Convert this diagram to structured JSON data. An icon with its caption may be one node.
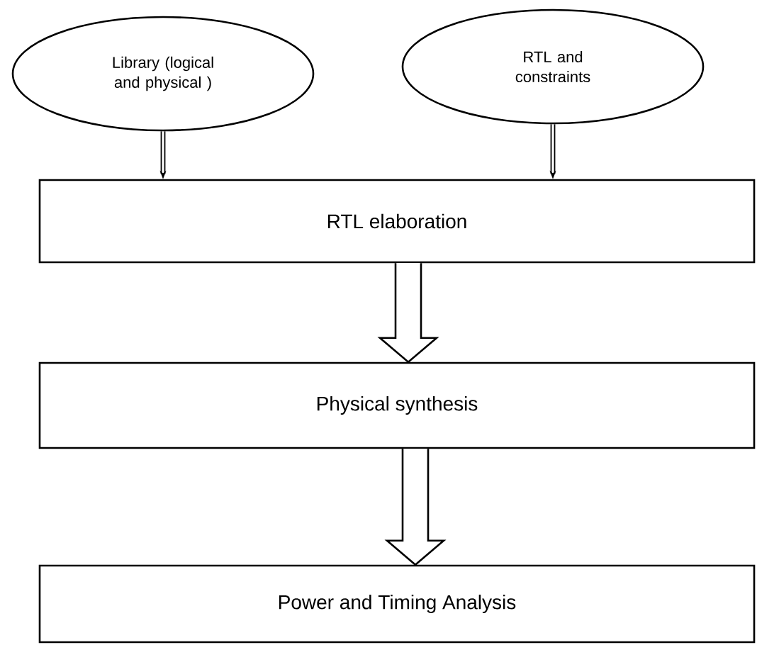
{
  "diagram": {
    "nodes": [
      {
        "text": [
          "Library (logical and physical )"
        ]
      },
      {
        "text": [
          "RTL and constraints"
        ]
      },
      {
        "text": [
          "RTL elaboration"
        ]
      },
      {
        "text": [
          "Physical synthesis"
        ]
      },
      {
        "text": [
          "Power and Timing Analysis"
        ]
      }
    ],
    "edges": [
      {
        "from": 0,
        "to": 2,
        "arrow": "to"
      },
      {
        "from": 1,
        "to": 2,
        "arrow": "to"
      },
      {
        "from": 2,
        "to": 3,
        "arrow": "to",
        "style": "thick"
      },
      {
        "from": 3,
        "to": 4,
        "arrow": "to",
        "style": "thick"
      }
    ]
  }
}
